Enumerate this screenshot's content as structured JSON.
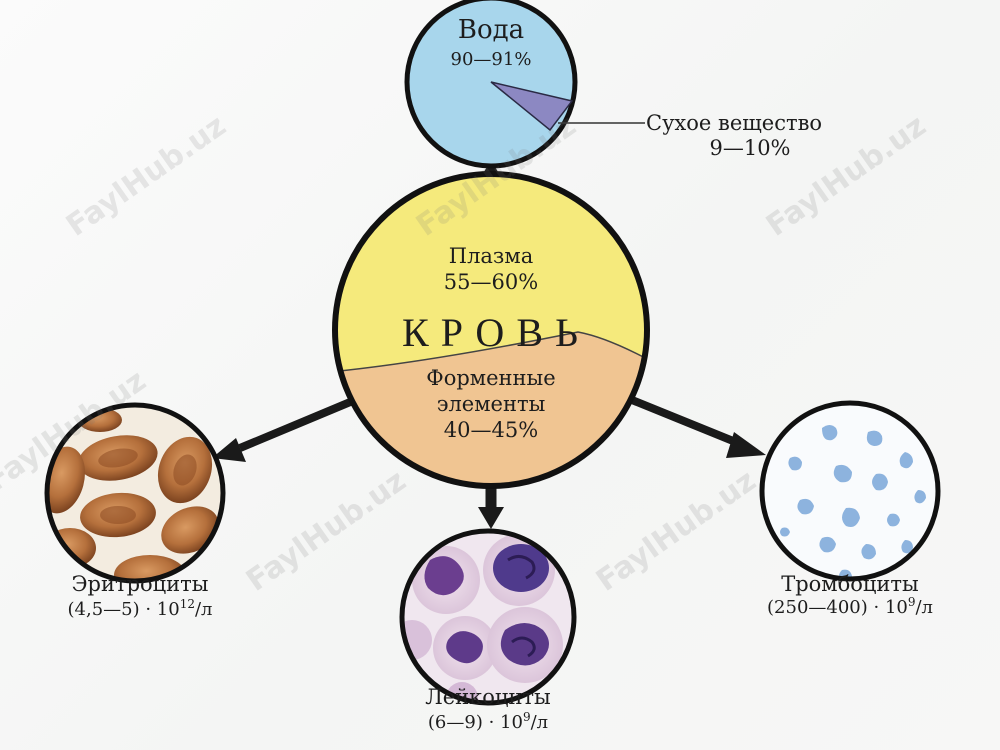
{
  "center": {
    "title": "КРОВЬ",
    "plasma_label": "Плазма",
    "plasma_value": "55—60%",
    "formed_label_line1": "Форменные",
    "formed_label_line2": "элементы",
    "formed_value": "40—45%"
  },
  "water": {
    "label": "Вода",
    "value": "90—91%",
    "dry_label": "Сухое  вещество",
    "dry_value": "9—10%"
  },
  "erythrocytes": {
    "label": "Эритроциты",
    "value_prefix": "(4,5—5) · 10",
    "value_exp": "12",
    "value_unit": "/л"
  },
  "leukocytes": {
    "label": "Лейкоциты",
    "value_prefix": "(6—9) · 10",
    "value_exp": "9",
    "value_unit": "/л"
  },
  "thrombocytes": {
    "label": "Тромбоциты",
    "value_prefix": "(250—400) · 10",
    "value_exp": "9",
    "value_unit": "/л"
  },
  "watermark": "FaylHub.uz",
  "colors": {
    "plasma": "#f5ea7c",
    "formed": "#f0c592",
    "water": "#a8d6ec",
    "dry_wedge": "#8c88c2",
    "erythrocyte": "#b5703c",
    "leukocyte": "#5b3a86",
    "platelet": "#8db3de"
  }
}
